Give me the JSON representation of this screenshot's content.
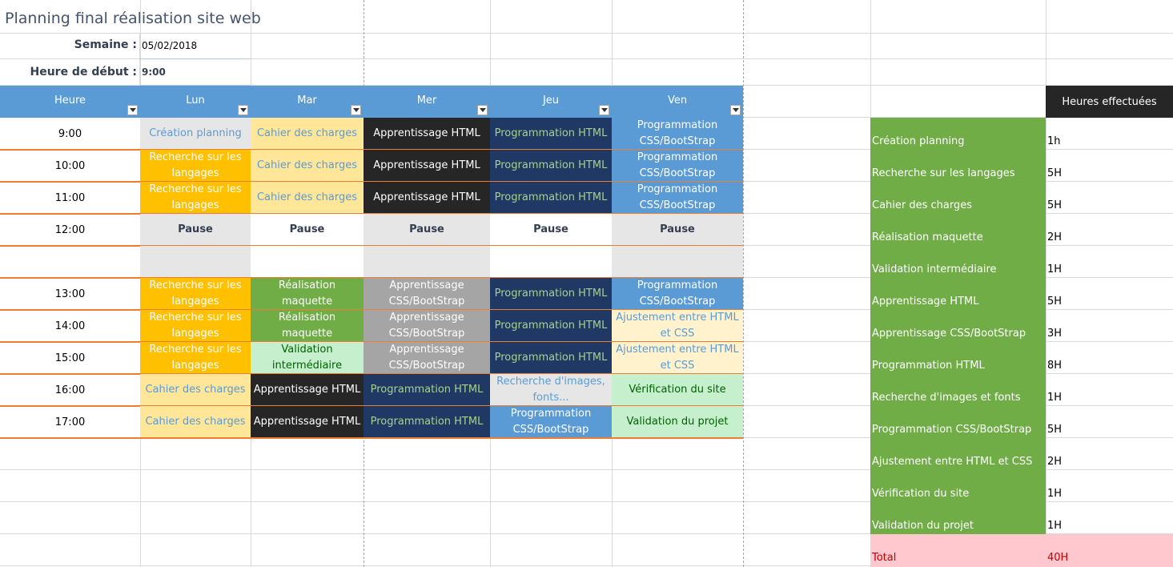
{
  "title": "Planning final réalisation site web",
  "semaine_label": "Semaine :",
  "semaine_value": "05/02/2018",
  "heure_debut_label": "Heure de début :",
  "heure_debut_value": "9:00",
  "headers": [
    "Heure",
    "Lun",
    "Mar",
    "Mer",
    "Jeu",
    "Ven"
  ],
  "times": [
    "9:00",
    "10:00",
    "11:00",
    "12:00",
    "",
    "13:00",
    "14:00",
    "15:00",
    "16:00",
    "17:00"
  ],
  "schedule": [
    [
      {
        "text": "Création planning",
        "style": "lightgray-blue"
      },
      {
        "text": "Cahier des charges",
        "style": "yellow"
      },
      {
        "text": "Apprentissage HTML",
        "style": "black"
      },
      {
        "text": "Programmation HTML",
        "style": "navy"
      },
      {
        "text": "Programmation CSS/BootStrap",
        "style": "blue"
      }
    ],
    [
      {
        "text": "Recherche sur les langages",
        "style": "orange"
      },
      {
        "text": "Cahier des charges",
        "style": "yellow"
      },
      {
        "text": "Apprentissage HTML",
        "style": "black"
      },
      {
        "text": "Programmation HTML",
        "style": "navy"
      },
      {
        "text": "Programmation CSS/BootStrap",
        "style": "blue"
      }
    ],
    [
      {
        "text": "Recherche sur les langages",
        "style": "orange"
      },
      {
        "text": "Cahier des charges",
        "style": "yellow"
      },
      {
        "text": "Apprentissage HTML",
        "style": "black"
      },
      {
        "text": "Programmation HTML",
        "style": "navy"
      },
      {
        "text": "Programmation CSS/BootStrap",
        "style": "blue"
      }
    ],
    [
      {
        "text": "Pause",
        "style": "pause-gray"
      },
      {
        "text": "Pause",
        "style": "pause-white"
      },
      {
        "text": "Pause",
        "style": "pause-gray"
      },
      {
        "text": "Pause",
        "style": "pause-white"
      },
      {
        "text": "Pause",
        "style": "pause-gray"
      }
    ],
    [
      {
        "text": "",
        "style": "pause-gray"
      },
      {
        "text": "",
        "style": "pause-white"
      },
      {
        "text": "",
        "style": "pause-gray"
      },
      {
        "text": "",
        "style": "pause-white"
      },
      {
        "text": "",
        "style": "pause-gray"
      }
    ],
    [
      {
        "text": "Recherche sur les langages",
        "style": "orange"
      },
      {
        "text": "Réalisation maquette",
        "style": "green"
      },
      {
        "text": "Apprentissage CSS/BootStrap",
        "style": "gray"
      },
      {
        "text": "Programmation HTML",
        "style": "navy"
      },
      {
        "text": "Programmation CSS/BootStrap",
        "style": "blue"
      }
    ],
    [
      {
        "text": "Recherche sur les langages",
        "style": "orange"
      },
      {
        "text": "Réalisation maquette",
        "style": "green"
      },
      {
        "text": "Apprentissage CSS/BootStrap",
        "style": "gray"
      },
      {
        "text": "Programmation HTML",
        "style": "navy"
      },
      {
        "text": "Ajustement entre HTML et CSS",
        "style": "cream"
      }
    ],
    [
      {
        "text": "Recherche sur les langages",
        "style": "orange"
      },
      {
        "text": "Validation intermédiaire",
        "style": "lightgreen"
      },
      {
        "text": "Apprentissage CSS/BootStrap",
        "style": "gray"
      },
      {
        "text": "Programmation HTML",
        "style": "navy"
      },
      {
        "text": "Ajustement entre HTML et CSS",
        "style": "cream"
      }
    ],
    [
      {
        "text": "Cahier des charges",
        "style": "yellow"
      },
      {
        "text": "Apprentissage HTML",
        "style": "black"
      },
      {
        "text": "Programmation HTML",
        "style": "navy"
      },
      {
        "text": "Recherche d'images, fonts...",
        "style": "lightgray-blue"
      },
      {
        "text": "Vérification du site",
        "style": "lightgreen"
      }
    ],
    [
      {
        "text": "Cahier des charges",
        "style": "yellow"
      },
      {
        "text": "Apprentissage HTML",
        "style": "black"
      },
      {
        "text": "Programmation HTML",
        "style": "navy"
      },
      {
        "text": "Programmation CSS/BootStrap",
        "style": "blue"
      },
      {
        "text": "Validation du projet",
        "style": "lightgreen"
      }
    ]
  ],
  "summary": {
    "header": "Heures effectuées",
    "items": [
      {
        "task": "Création planning",
        "hours": "1h"
      },
      {
        "task": "Recherche sur les langages",
        "hours": "5H"
      },
      {
        "task": "Cahier des charges",
        "hours": "5H"
      },
      {
        "task": "Réalisation maquette",
        "hours": "2H"
      },
      {
        "task": "Validation intermédiaire",
        "hours": "1H"
      },
      {
        "task": "Apprentissage HTML",
        "hours": "5H"
      },
      {
        "task": "Apprentissage CSS/BootStrap",
        "hours": "3H"
      },
      {
        "task": "Programmation HTML",
        "hours": "8H"
      },
      {
        "task": "Recherche d'images et fonts",
        "hours": "1H"
      },
      {
        "task": "Programmation CSS/BootStrap",
        "hours": "5H"
      },
      {
        "task": "Ajustement entre HTML et CSS",
        "hours": "2H"
      },
      {
        "task": "Vérification du site",
        "hours": "1H"
      },
      {
        "task": "Validation du projet",
        "hours": "1H"
      }
    ],
    "total_label": "Total",
    "total_value": "40H"
  },
  "styles": {
    "lightgray-blue": {
      "bg": "#e7e6e6",
      "fg": "#5b9bd5"
    },
    "yellow": {
      "bg": "#ffe699",
      "fg": "#5b9bd5"
    },
    "black": {
      "bg": "#262626",
      "fg": "#ffffff"
    },
    "navy": {
      "bg": "#203864",
      "fg": "#a9d08e"
    },
    "blue": {
      "bg": "#5b9bd5",
      "fg": "#ffffff"
    },
    "orange": {
      "bg": "#ffc000",
      "fg": "#ffffff"
    },
    "green": {
      "bg": "#70ad47",
      "fg": "#ffffff"
    },
    "gray": {
      "bg": "#a5a5a5",
      "fg": "#ffffff"
    },
    "cream": {
      "bg": "#fff2cc",
      "fg": "#5b9bd5"
    },
    "lightgreen": {
      "bg": "#c6efce",
      "fg": "#006100"
    },
    "pause-gray": {
      "bg": "#e7e6e6",
      "fg": "#333f50"
    },
    "pause-white": {
      "bg": "#ffffff",
      "fg": "#333f50"
    }
  }
}
